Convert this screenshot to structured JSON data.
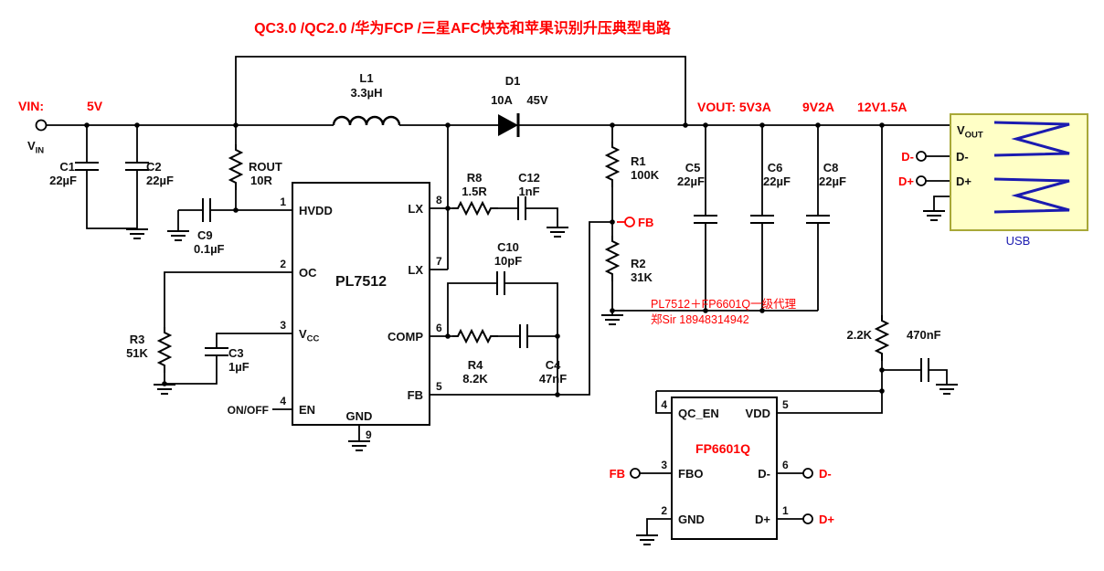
{
  "title": "QC3.0 /QC2.0 /华为FCP /三星AFC快充和苹果识别升压典型电路",
  "colors": {
    "red": "#fe0000",
    "usb-fill": "#ffffc6",
    "usb-border": "#a8a838",
    "usb-blue": "#1b1bb0"
  },
  "input": {
    "label": "VIN:",
    "voltage": "5V",
    "terminal_main": "V",
    "terminal_sub": "IN"
  },
  "output": {
    "label": "VOUT: 5V3A",
    "v9": "9V2A",
    "v12": "12V1.5A"
  },
  "nets": {
    "fb_top": "FB",
    "fb_bottom": "FB",
    "dminus": "D-",
    "dplus": "D+",
    "on_off": "ON/OFF"
  },
  "components": {
    "c1": {
      "ref": "C1",
      "value": "22µF"
    },
    "c2": {
      "ref": "C2",
      "value": "22µF"
    },
    "c3": {
      "ref": "C3",
      "value": "1µF"
    },
    "c4": {
      "ref": "C4",
      "value": "47nF"
    },
    "c5": {
      "ref": "C5",
      "value": "22µF"
    },
    "c6": {
      "ref": "C6",
      "value": "22µF"
    },
    "c8": {
      "ref": "C8",
      "value": "22µF"
    },
    "c9": {
      "ref": "C9",
      "value": "0.1µF"
    },
    "c10": {
      "ref": "C10",
      "value": "10pF"
    },
    "c12": {
      "ref": "C12",
      "value": "1nF"
    },
    "r1": {
      "ref": "R1",
      "value": "100K"
    },
    "r2": {
      "ref": "R2",
      "value": "31K"
    },
    "r3": {
      "ref": "R3",
      "value": "51K"
    },
    "r4": {
      "ref": "R4",
      "value": "8.2K"
    },
    "r8": {
      "ref": "R8",
      "value": "1.5R"
    },
    "rout": {
      "ref": "ROUT",
      "value": "10R"
    },
    "rvdd": {
      "value": "2.2K"
    },
    "cvdd": {
      "value": "470nF"
    },
    "l1": {
      "ref": "L1",
      "value": "3.3µH"
    },
    "d1": {
      "ref": "D1",
      "current": "10A",
      "voltage": "45V"
    }
  },
  "ic1": {
    "name": "PL7512",
    "pins": {
      "p1": {
        "num": "1",
        "label": "HVDD"
      },
      "p2": {
        "num": "2",
        "label": "OC"
      },
      "p3": {
        "num": "3",
        "label_main": "V",
        "label_sub": "CC"
      },
      "p4": {
        "num": "4",
        "label": "EN"
      },
      "p5": {
        "num": "5",
        "label": "FB"
      },
      "p6": {
        "num": "6",
        "label": "COMP"
      },
      "p7": {
        "num": "7",
        "label": "LX"
      },
      "p8": {
        "num": "8",
        "label": "LX"
      },
      "p9": {
        "num": "9",
        "label": "GND"
      }
    }
  },
  "ic2": {
    "name": "FP6601Q",
    "pins": {
      "p1": {
        "num": "1",
        "label": "D+"
      },
      "p2": {
        "num": "2",
        "label": "GND"
      },
      "p3": {
        "num": "3",
        "label": "FBO"
      },
      "p4": {
        "num": "4",
        "label": "QC_EN"
      },
      "p5": {
        "num": "5",
        "label": "VDD"
      },
      "p6": {
        "num": "6",
        "label": "D-"
      }
    }
  },
  "usb": {
    "vout_main": "V",
    "vout_sub": "OUT",
    "dm": "D-",
    "dp": "D+",
    "caption": "USB"
  },
  "watermark": {
    "line1": "PL7512＋FP6601Q一级代理",
    "line2": "郑Sir 18948314942"
  }
}
